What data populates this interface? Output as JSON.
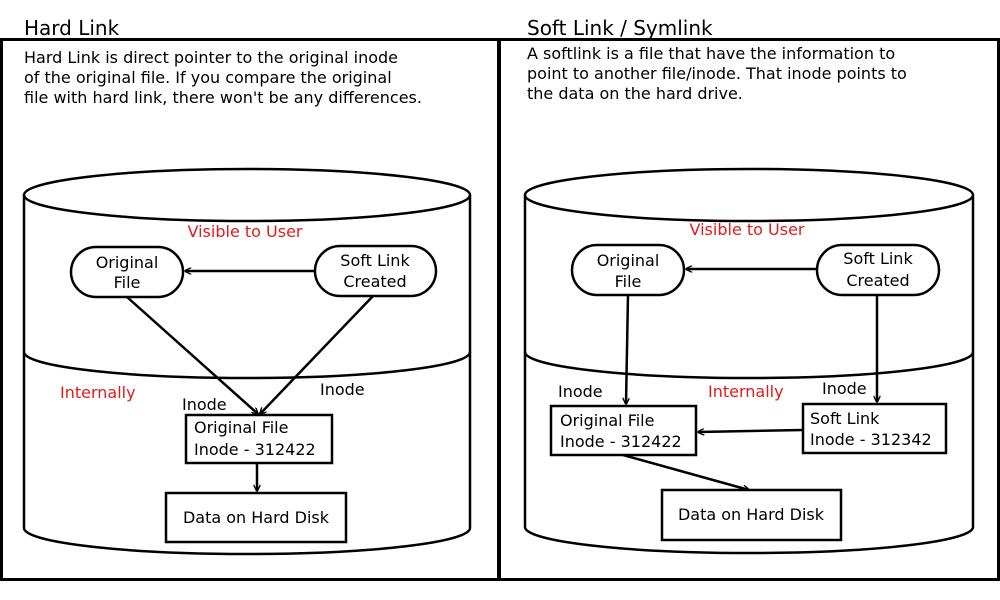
{
  "hard_link": {
    "title": "Hard Link",
    "desc": [
      "Hard Link is direct pointer to the original inode",
      "of the original file. If you compare the original",
      "file with hard link, there won't be any differences."
    ],
    "visible_label": "Visible to User",
    "internal_label": "Internally",
    "original_file": [
      "Original",
      "File"
    ],
    "soft_link_created": [
      "Soft Link",
      "Created"
    ],
    "inode_label_1": "Inode",
    "inode_label_2": "Inode",
    "inode_box": [
      "Original File",
      "Inode - 312422"
    ],
    "data_box": "Data on Hard Disk"
  },
  "soft_link": {
    "title": "Soft Link / Symlink",
    "desc": [
      "A softlink is a file that have the information to",
      "point to another file/inode. That inode points to",
      "the data on the hard drive."
    ],
    "visible_label": "Visible to User",
    "internal_label": "Internally",
    "original_file": [
      "Original",
      "File"
    ],
    "soft_link_created": [
      "Soft Link",
      "Created"
    ],
    "inode_label_1": "Inode",
    "inode_label_2": "Inode",
    "original_inode_box": [
      "Original File",
      "Inode - 312422"
    ],
    "soft_inode_box": [
      "Soft Link",
      "Inode - 312342"
    ],
    "data_box": "Data on Hard Disk"
  },
  "colors": {
    "label_red": "#e01b1b",
    "stroke": "#000000"
  }
}
